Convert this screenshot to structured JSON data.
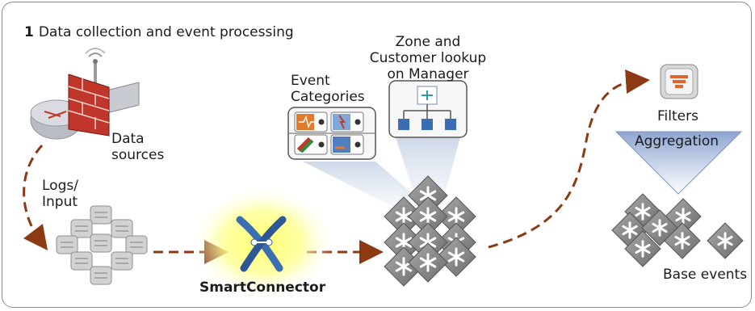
{
  "section": {
    "number": "1",
    "title": "Data collection and event processing"
  },
  "labels": {
    "data_sources": [
      "Data",
      "sources"
    ],
    "logs_input": [
      "Logs/",
      "Input"
    ],
    "smart_connector": "SmartConnector",
    "event_categories": [
      "Event",
      "Categories"
    ],
    "zone_lookup": [
      "Zone and",
      "Customer lookup",
      "on Manager"
    ],
    "filters": "Filters",
    "aggregation": "Aggregation",
    "base_events": "Base events"
  },
  "colors": {
    "arrow": "#8b3a14",
    "glow": "#ffff66",
    "diamond": "#8a8a8a",
    "funnel_top": "#9fb4d8",
    "filter_icon": "#e0652a"
  }
}
